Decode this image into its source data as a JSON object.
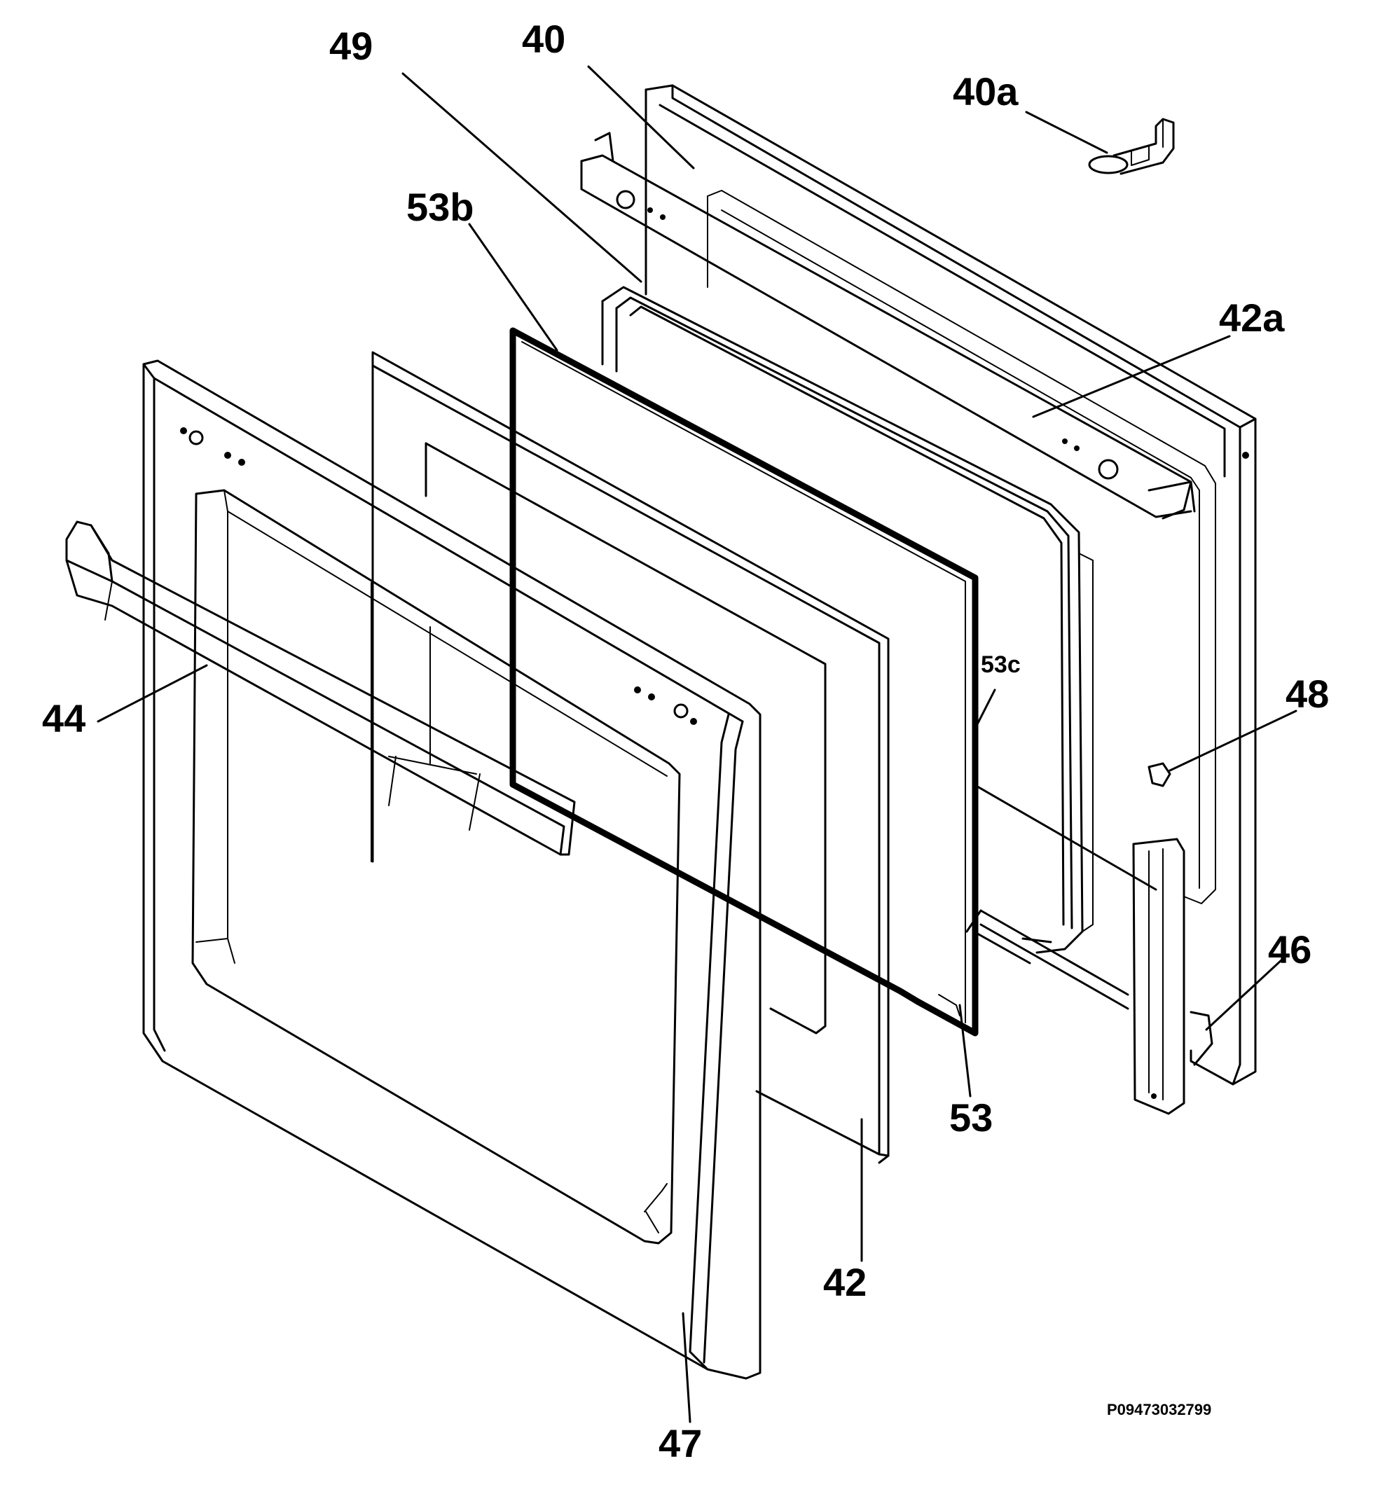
{
  "callouts": {
    "c40": "40",
    "c40a": "40a",
    "c42": "42",
    "c42a": "42a",
    "c44": "44",
    "c46": "46",
    "c47": "47",
    "c48": "48",
    "c49": "49",
    "c53": "53",
    "c53b": "53b",
    "c53c": "53c"
  },
  "reference_code": "P09473032799"
}
